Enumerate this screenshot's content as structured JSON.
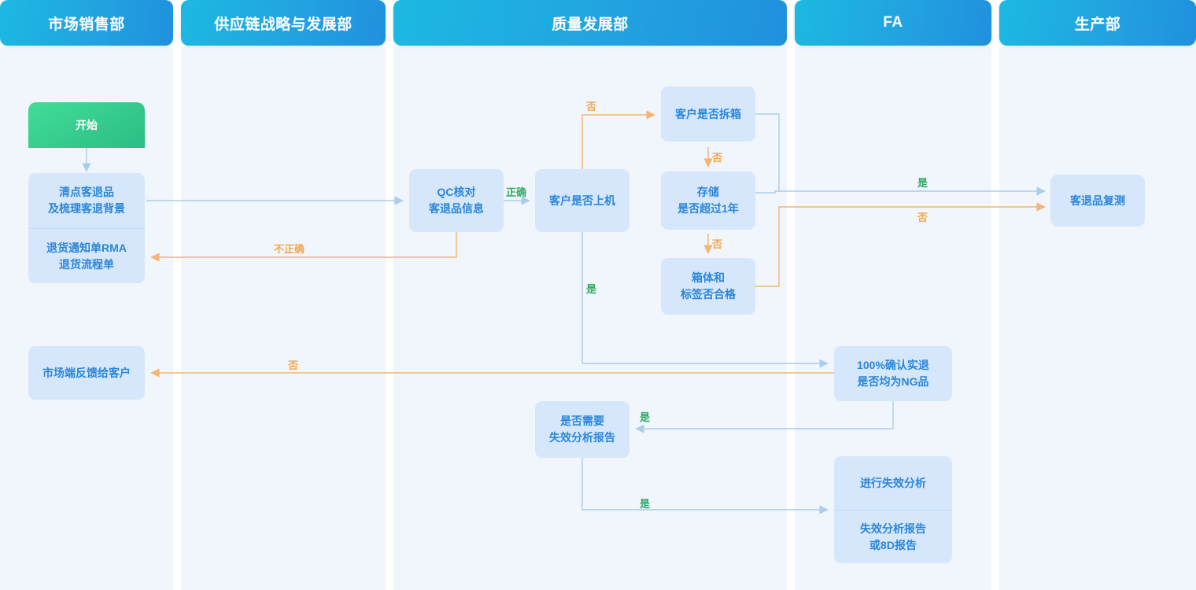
{
  "lanes": [
    {
      "id": "lane-sales",
      "title": "市场销售部"
    },
    {
      "id": "lane-scm",
      "title": "供应链战略与发展部"
    },
    {
      "id": "lane-quality",
      "title": "质量发展部"
    },
    {
      "id": "lane-fa",
      "title": "FA"
    },
    {
      "id": "lane-production",
      "title": "生产部"
    }
  ],
  "nodes": {
    "start": {
      "line1": "开始"
    },
    "count": {
      "line1": "清点客退品",
      "line2": "及梳理客退背景"
    },
    "rma": {
      "line1": "退货通知单RMA",
      "line2": "退货流程单"
    },
    "feedback": {
      "line1": "市场端反馈给客户"
    },
    "qc_check": {
      "line1": "QC核对",
      "line2": "客退品信息"
    },
    "on_machine": {
      "line1": "客户是否上机"
    },
    "unpacked": {
      "line1": "客户是否拆箱"
    },
    "storage": {
      "line1": "存储",
      "line2": "是否超过1年"
    },
    "box_label": {
      "line1": "箱体和",
      "line2": "标签否合格"
    },
    "retest": {
      "line1": "客退品复测"
    },
    "confirm_ng": {
      "line1": "100%确认实退",
      "line2": "是否均为NG品"
    },
    "need_fa": {
      "line1": "是否需要",
      "line2": "失效分析报告"
    },
    "do_fa": {
      "line1": "进行失效分析"
    },
    "fa_report": {
      "line1": "失效分析报告",
      "line2": "或8D报告"
    }
  },
  "edge_labels": {
    "qc_correct": "正确",
    "qc_incorrect": "不正确",
    "onmachine_no": "否",
    "onmachine_yes": "是",
    "unpacked_no": "否",
    "storage_no": "否",
    "storage_yes": "是",
    "boxlabel_no": "否",
    "confirm_no": "否",
    "confirm_yes": "是",
    "needfa_yes": "是"
  },
  "colors": {
    "header_start": "#1cb9e2",
    "header_end": "#2090de",
    "lane_bg": "#f1f5fc",
    "node_bg": "#d6e7fb",
    "node_text": "#2b86d9",
    "start_bg": "#41dd98",
    "edge_blue": "#a9cdeb",
    "edge_orange": "#f3b572",
    "label_green": "#2eaa63",
    "label_orange": "#f3a64b"
  }
}
